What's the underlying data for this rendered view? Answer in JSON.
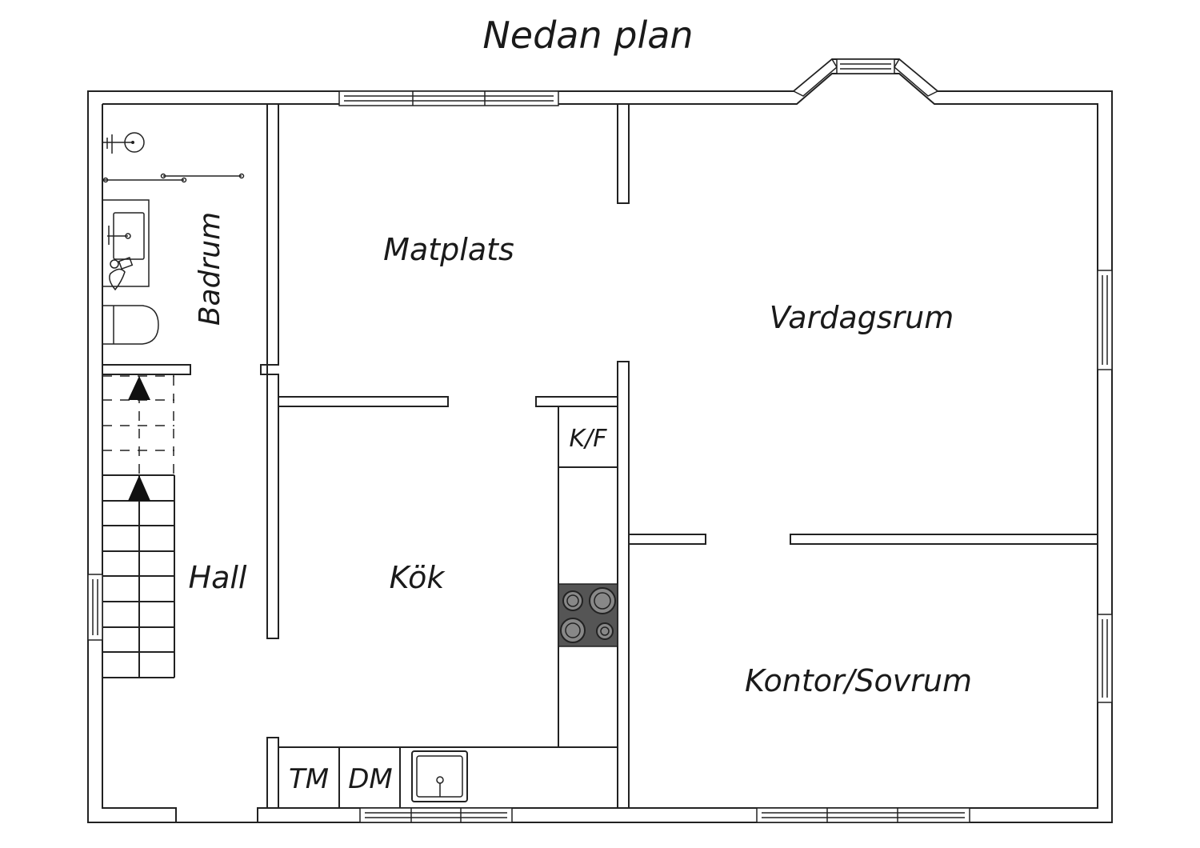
{
  "title": "Nedan plan",
  "rooms": {
    "badrum": "Badrum",
    "matplats": "Matplats",
    "vardagsrum": "Vardagsrum",
    "kok": "Kök",
    "hall": "Hall",
    "kontor": "Kontor/Sovrum"
  },
  "appliances": {
    "fridge_freezer": "K/F",
    "washer": "TM",
    "dishwasher": "DM"
  },
  "colors": {
    "line": "#222222",
    "stove": "#555555",
    "background": "#ffffff"
  }
}
